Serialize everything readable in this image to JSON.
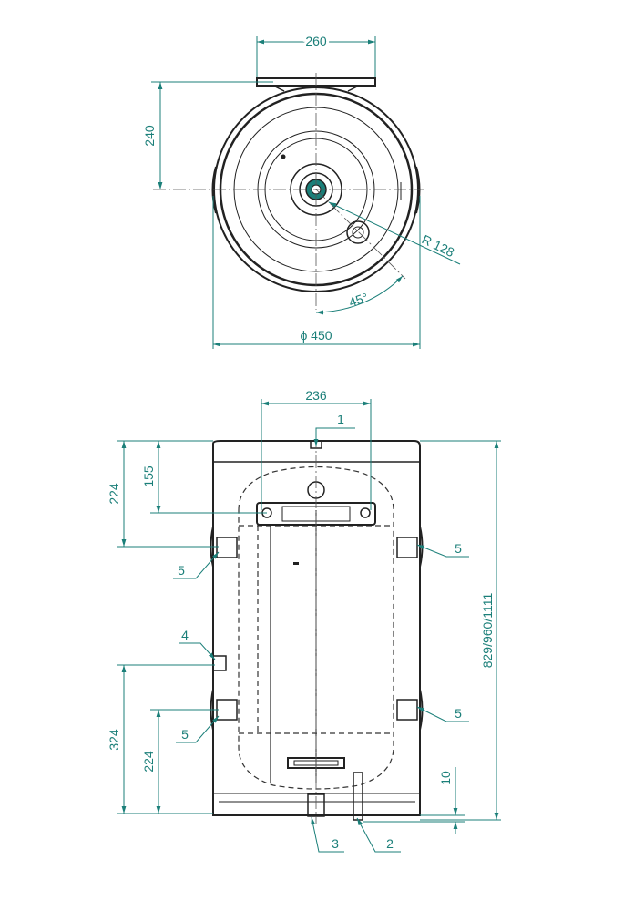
{
  "colors": {
    "dimension": "#1b7f79",
    "outline": "#222222",
    "background": "#ffffff"
  },
  "top_view": {
    "width_bracket": "260",
    "depth": "240",
    "radius": "R 128",
    "angle": "45°",
    "diameter": "ϕ 450"
  },
  "front_view": {
    "bracket_width": "236",
    "top_to_bracket": "155",
    "top_to_upper_pipes": "224",
    "total_height": "829/960/1111",
    "bottom_to_port4": "324",
    "bottom_to_lower_pipes": "224",
    "bottom_offset": "10",
    "callouts": [
      "1",
      "2",
      "3",
      "4",
      "5",
      "5",
      "5",
      "5"
    ]
  }
}
